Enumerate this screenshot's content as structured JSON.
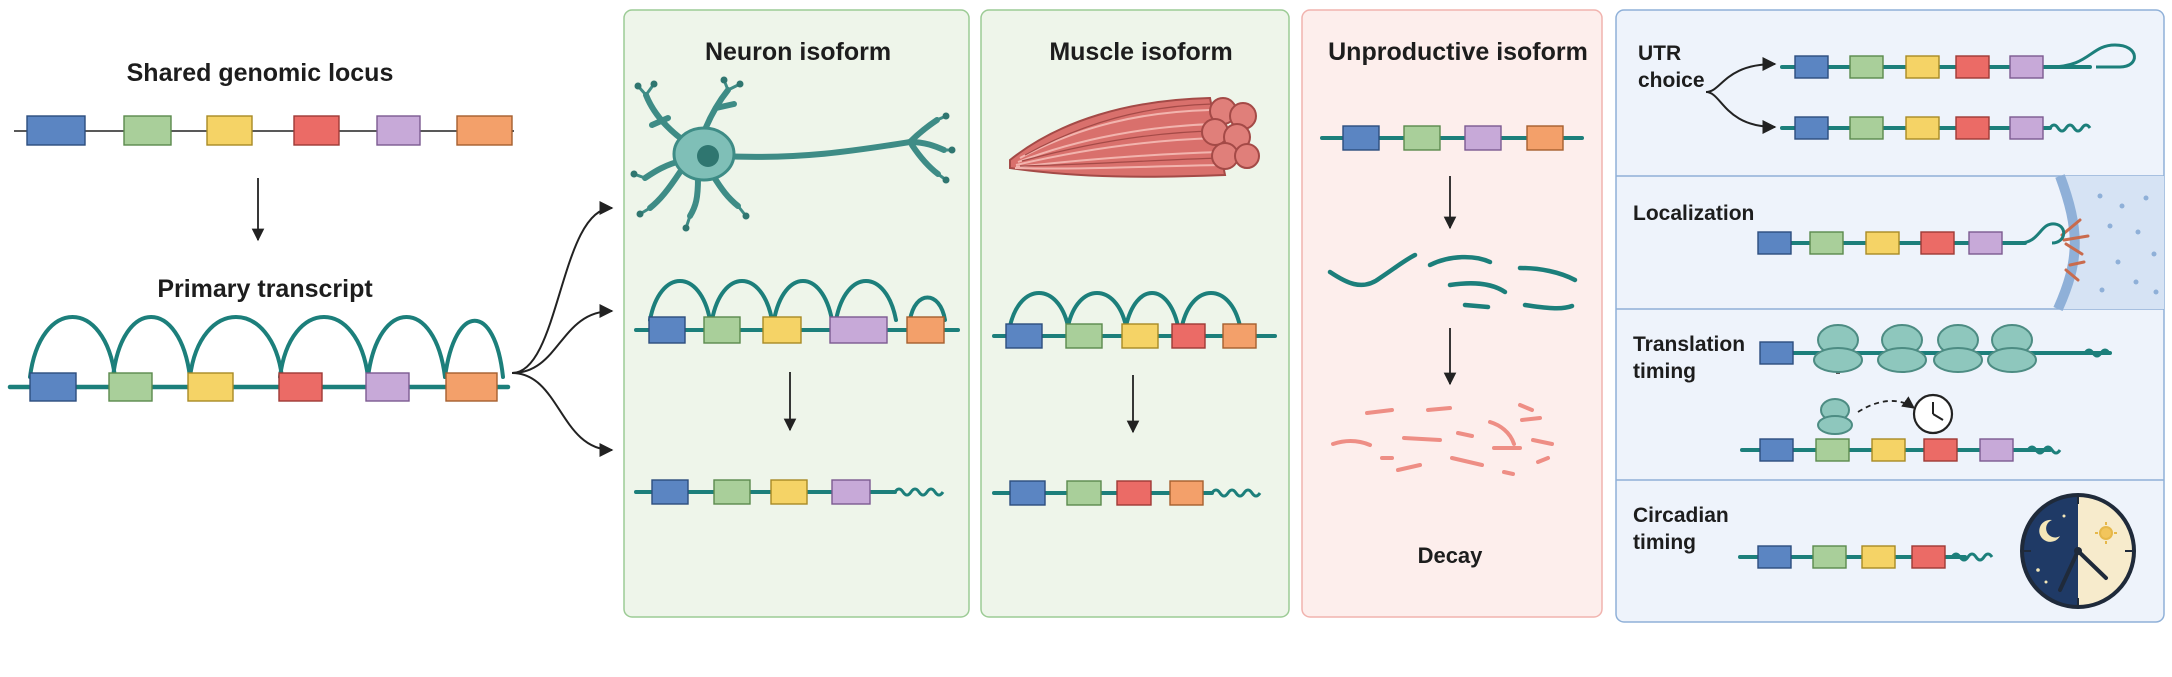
{
  "left": {
    "locus_title": "Shared genomic locus",
    "primary_title": "Primary transcript"
  },
  "panels": {
    "neuron": {
      "title": "Neuron isoform"
    },
    "muscle": {
      "title": "Muscle isoform"
    },
    "unproductive": {
      "title": "Unproductive isoform",
      "decay_label": "Decay"
    }
  },
  "functions": {
    "utr": "UTR\nchoice",
    "localization": "Localization",
    "translation": "Translation\ntiming",
    "circadian": "Circadian\ntiming"
  },
  "colors": {
    "exon_blue": "#5b85c2",
    "exon_green": "#a9cf9a",
    "exon_yellow": "#f5d366",
    "exon_red": "#eb6b66",
    "exon_purple": "#c7a9d8",
    "exon_orange": "#f3a06a",
    "rna_teal": "#1c7f7b",
    "panel_green_bg": "#eef5ea",
    "panel_green_border": "#9ccb95",
    "panel_pink_bg": "#fdeeec",
    "panel_pink_border": "#f1b3ae",
    "panel_blue_bg": "#eef3fb",
    "panel_blue_border": "#8fb0d8"
  },
  "icons": [
    "neuron-illustration",
    "muscle-fiber-illustration",
    "ribosome-icon",
    "clock-icon",
    "moon-icon",
    "sun-icon"
  ]
}
